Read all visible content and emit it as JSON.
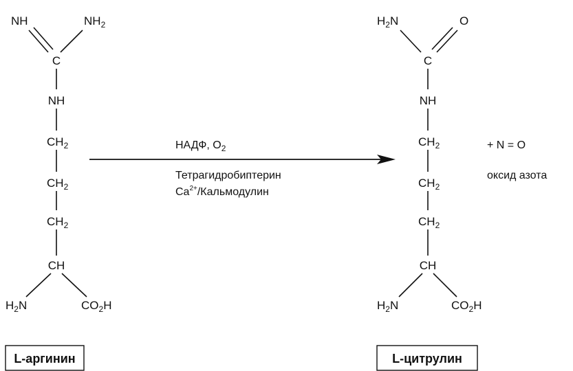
{
  "arginine": {
    "label": "L-аргинин",
    "nh": "NH",
    "nh2": "NH",
    "c": "C",
    "nh_mid": "NH",
    "ch2": "CH",
    "ch": "CH",
    "h2n": "H",
    "h2n_tail": "N",
    "co2h": "CO",
    "co2h_tail": "H",
    "sub2": "2"
  },
  "citrulline": {
    "label": "L-цитрулин",
    "h2n": "H",
    "h2n_tail": "N",
    "o": "O",
    "c": "C",
    "nh_mid": "NH",
    "ch2": "CH",
    "ch": "CH",
    "co2h": "CO",
    "co2h_tail": "H",
    "sub2": "2"
  },
  "reaction": {
    "cofactor_line1": "НАДФ, O",
    "cofactor_sub": "2",
    "cofactor_line2": "Тетрагидробиптерин",
    "cofactor_line3_a": "Ca",
    "cofactor_line3_sup": "2+",
    "cofactor_line3_b": "/Кальмодулин"
  },
  "product": {
    "formula": "+ N = O",
    "name": "оксид азота"
  }
}
